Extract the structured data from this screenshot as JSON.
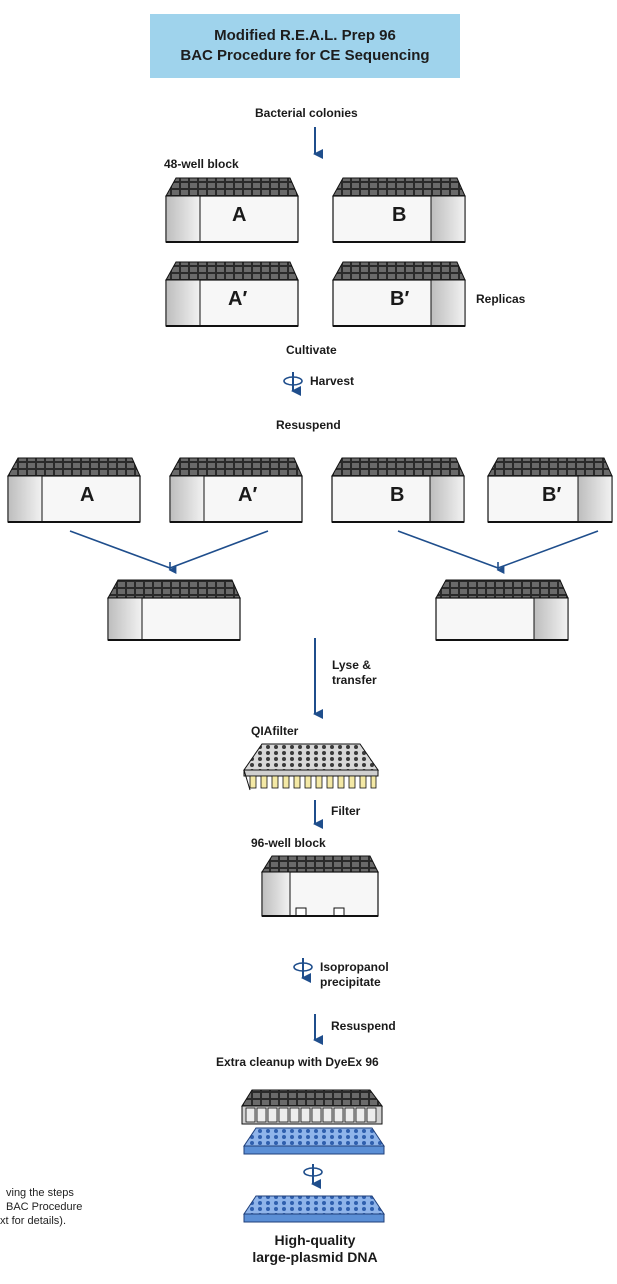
{
  "title": {
    "line1": "Modified R.E.A.L. Prep 96",
    "line2": "BAC Procedure for CE Sequencing"
  },
  "steps": {
    "bacterial_colonies": "Bacterial colonies",
    "block48": "48-well block",
    "replicas": "Replicas",
    "cultivate": "Cultivate",
    "harvest": "Harvest",
    "resuspend1": "Resuspend",
    "lyse_line1": "Lyse &",
    "lyse_line2": "transfer",
    "qiafilter": "QIAfilter",
    "filter": "Filter",
    "block96": "96-well block",
    "iso_line1": "Isopropanol",
    "iso_line2": "precipitate",
    "resuspend2": "Resuspend",
    "cleanup": "Extra cleanup with DyeEx 96"
  },
  "blocks": {
    "a": "A",
    "b": "B",
    "a_prime": "A′",
    "b_prime": "B′"
  },
  "final": {
    "line1": "High-quality",
    "line2": "large-plasmid DNA"
  },
  "caption": {
    "line1": "ving the steps",
    "line2": "BAC Procedure",
    "line3": "xt for details)."
  },
  "colors": {
    "title_bg": "#9fd3ec",
    "arrow": "#1f4e8c",
    "dyeex_plate": "#5b8fd6",
    "qiafilter_tips": "#f4e9a6"
  }
}
